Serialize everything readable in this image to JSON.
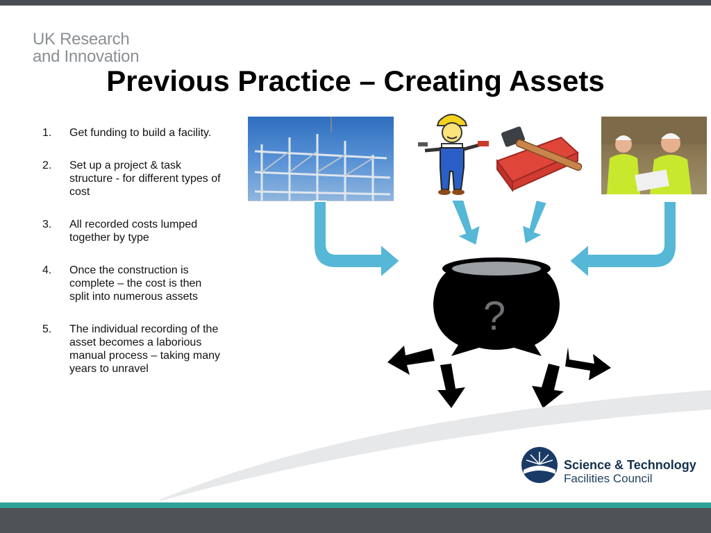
{
  "header": {
    "logo_line1": "UK Research",
    "logo_line2": "and Innovation",
    "title": "Previous Practice – Creating Assets"
  },
  "steps": [
    {
      "number": "1.",
      "text": "Get funding to build a facility."
    },
    {
      "number": "2.",
      "text": "Set up a project & task structure  - for different types of cost"
    },
    {
      "number": "3.",
      "text": "All recorded costs lumped together by type"
    },
    {
      "number": "4.",
      "text": "Once the construction is complete – the cost is then split into numerous assets"
    },
    {
      "number": "5.",
      "text": "The individual recording of the asset becomes a laborious manual process – taking many years to unravel"
    }
  ],
  "diagram": {
    "pot_symbol": "?",
    "images": [
      "steel-frame-photo",
      "builder-clipart",
      "brick-hammer-clipart",
      "site-inspectors-photo"
    ]
  },
  "footer": {
    "org_line1": "Science & Technology",
    "org_line2": "Facilities Council"
  },
  "colors": {
    "arrow_blue": "#56b7d6",
    "teal_band": "#2fa39a",
    "dark_bar": "#4f5257"
  }
}
